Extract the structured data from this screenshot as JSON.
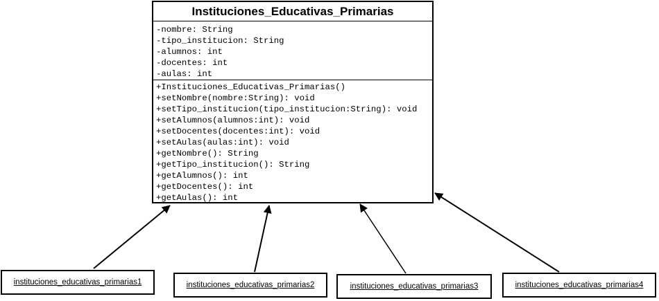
{
  "class": {
    "name": "Instituciones_Educativas_Primarias",
    "attributes": [
      "-nombre: String",
      "-tipo_institucion: String",
      "-alumnos: int",
      "-docentes: int",
      "-aulas: int"
    ],
    "operations": [
      "+Instituciones_Educativas_Primarias()",
      "+setNombre(nombre:String): void",
      "+setTipo_institucion(tipo_institucion:String): void",
      "+setAlumnos(alumnos:int): void",
      "+setDocentes(docentes:int): void",
      "+setAulas(aulas:int): void",
      "+getNombre(): String",
      "+getTipo_institucion(): String",
      "+getAlumnos(): int",
      "+getDocentes(): int",
      "+getAulas(): int"
    ]
  },
  "objects": [
    {
      "label": "instituciones_educativas_primarias1"
    },
    {
      "label": "instituciones_educativas_primarias2"
    },
    {
      "label": "instituciones_educativas_primarias3"
    },
    {
      "label": "instituciones_educativas_primarias4"
    }
  ],
  "colors": {
    "line": "#000000",
    "background": "#ffffff"
  }
}
